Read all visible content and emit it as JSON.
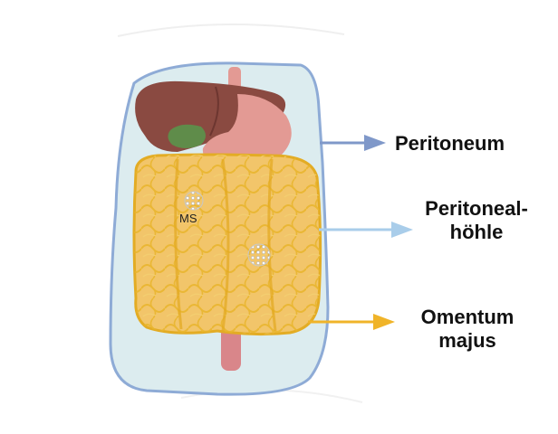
{
  "labels": {
    "peritoneum": "Peritoneum",
    "cavity_line1": "Peritoneal-",
    "cavity_line2": "höhle",
    "omentum_line1": "Omentum",
    "omentum_line2": "majus",
    "ms": "MS"
  },
  "colors": {
    "peritoneum_arrow": "#7f98c9",
    "cavity_arrow": "#a9cdea",
    "omentum_arrow": "#f0b429",
    "cavity_fill": "#dcecef",
    "boundary": "#8eabd6",
    "omentum_fill": "#f2c56a",
    "omentum_net": "#e6b530",
    "liver": "#8a4a41",
    "stomach": "#e39a94",
    "gallbladder": "#5f8c4a"
  }
}
